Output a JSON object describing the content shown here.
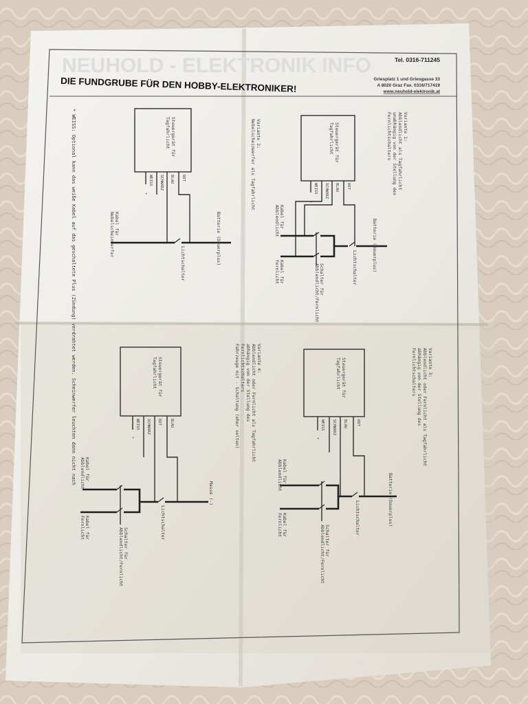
{
  "header": {
    "watermark": "NEUHOLD - ELEKTRONIK INFO",
    "tagline": "DIE FUNDGRUBE FÜR DEN HOBBY-ELEKTRONIKER!",
    "tel": "Tel. 0316-711245",
    "address1": "Griesplatz 1 und Griesgasse 33",
    "address2": "A 8020 Graz  Fax. 0316/717419",
    "web": "www.neuhold-elektronik.at"
  },
  "box_lines": [
    "Steuergerät für",
    "Tagfahrlicht"
  ],
  "wires": {
    "rot": "ROT",
    "blau": "BLAU",
    "schwarz": "SCHWARZ",
    "weiss": "WEISS",
    "star": "*"
  },
  "variants": [
    {
      "title_lines": [
        "Variante 1:",
        "Abblendlicht als Tagfahrlicht",
        "unabhängig von der Stellung des",
        "Fernlichtschalters"
      ],
      "supply": "Batterie (Dauerplus)",
      "lichtschalter": "Lichtschalter",
      "kabel_abblend": [
        "Kabel für",
        "Abblendlicht"
      ],
      "kabel_fern": [
        "Kabel für",
        "Fernlicht"
      ],
      "schalter": [
        "Schalter für",
        "Abblendlicht/Fernlicht"
      ]
    },
    {
      "title_lines": [
        "Variante 2:",
        "Nebelscheinwerfer als Tagfahrlicht"
      ],
      "supply": "Batterie (Dauerplus)",
      "lichtschalter": "Lichtschalter",
      "kabel_nebel": [
        "Kabel für",
        "Nebelscheinwerfer"
      ]
    },
    {
      "title_lines": [
        "Variante 3:",
        "Abblendlicht oder Fernlicht als Tagfahrlicht",
        "abhängig von der Stellung des",
        "Fernlichtschalters"
      ],
      "supply": "Batterie (Dauerplus)",
      "lichtschalter": "Lichtschalter",
      "kabel_abblend": [
        "Kabel für",
        "Abblendlicht"
      ],
      "kabel_fern": [
        "Kabel für",
        "Fernlicht"
      ],
      "schalter": [
        "Schalter für",
        "Abblendlicht/Fernlicht"
      ]
    },
    {
      "title_lines": [
        "Variante 4:",
        "Abblendlicht oder Fernlicht als Tagfahrlicht",
        "abhängig von der Stellung des",
        "Fernlichtschalters",
        "Fahrzeuge mit - Schaltung (eher selten)"
      ],
      "supply": "Masse (-)",
      "lichtschalter": "Lichtschalter",
      "kabel_abblend": [
        "Kabel für",
        "Abblendlicht"
      ],
      "kabel_fern": [
        "Kabel für",
        "Fernlicht"
      ],
      "schalter": [
        "Schalter für",
        "Abblendlicht/Fernlicht"
      ]
    }
  ],
  "footnote": "* WEISS: Optional kann das weiße Kabel auf das geschaltete Plus (Zündung) verdrahtet werden. Scheinwerfer leuchten dann nicht nach"
}
